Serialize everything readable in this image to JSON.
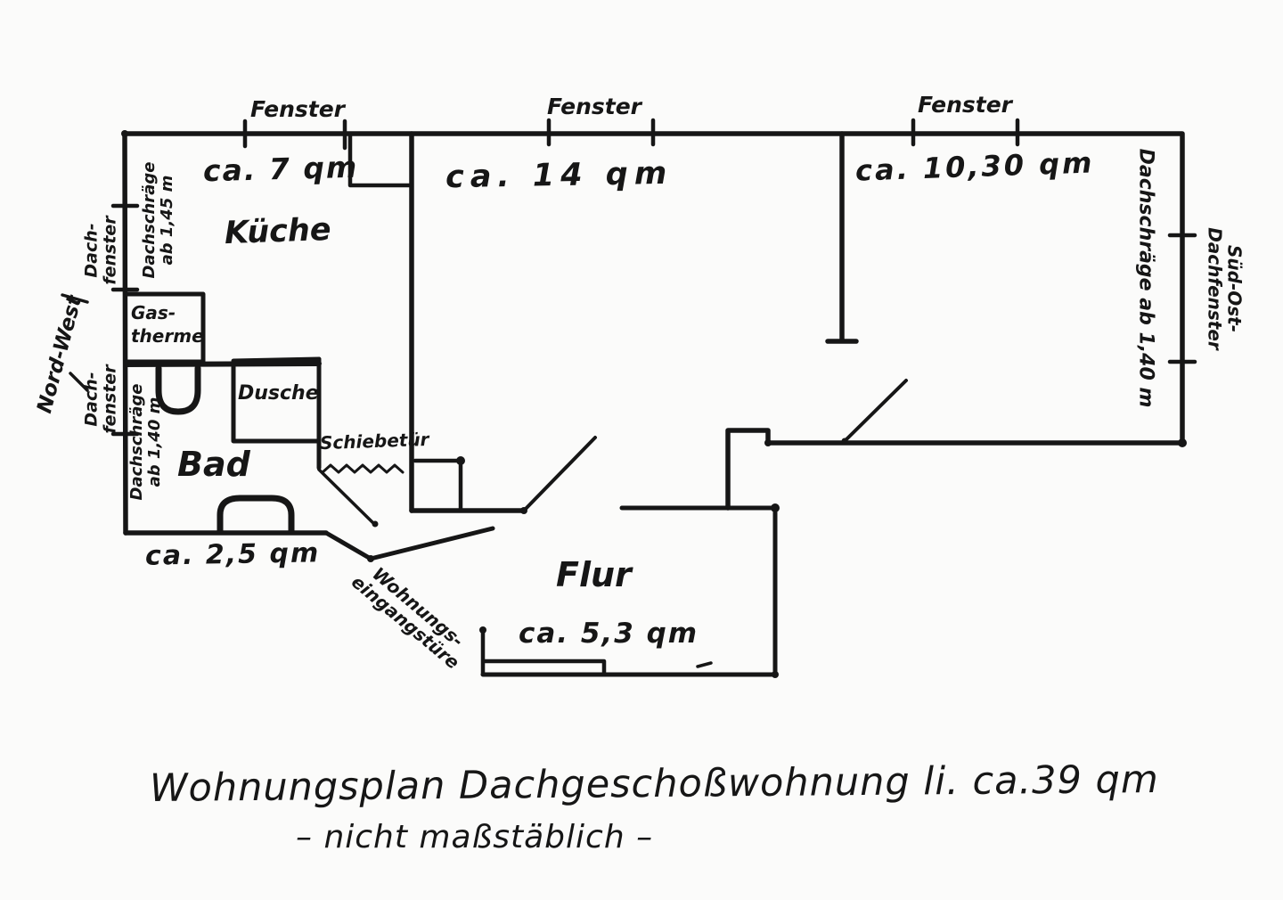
{
  "title": {
    "line1": "Wohnungsplan Dachgeschoßwohnung li. ca.39 qm",
    "line2": "– nicht maßstäblich –"
  },
  "rooms": {
    "kueche": {
      "name": "Küche",
      "area": "ca. 7 qm"
    },
    "zimmer_links": {
      "area": "ca. 14 qm"
    },
    "zimmer_rechts": {
      "area": "ca. 10,30 qm"
    },
    "bad": {
      "name": "Bad",
      "area": "ca. 2,5 qm"
    },
    "flur": {
      "name": "Flur",
      "area": "ca. 5,3 qm"
    }
  },
  "labels": {
    "fenster": "Fenster",
    "dachfenster_line1": "Dach-",
    "dachfenster_line2": "fenster",
    "dachschraege_145_line1": "Dachschräge",
    "dachschraege_145_line2": "ab 1,45 m",
    "dachschraege_140_line1": "Dachschräge",
    "dachschraege_140_line2": "ab 1,40 m",
    "dachschraege_rechts": "Dachschräge ab 1,40 m",
    "sued_ost_line1": "Süd-Ost-",
    "sued_ost_line2": "Dachfenster",
    "nord_west": "Nord-West",
    "gastherme_line1": "Gas-",
    "gastherme_line2": "therme",
    "dusche": "Dusche",
    "schiebetuer": "Schiebetür",
    "eingang_line1": "Wohnungs-",
    "eingang_line2": "eingangstüre"
  },
  "drawing_colors": {
    "ink": "#161616",
    "paper": "#fbfbfa"
  }
}
